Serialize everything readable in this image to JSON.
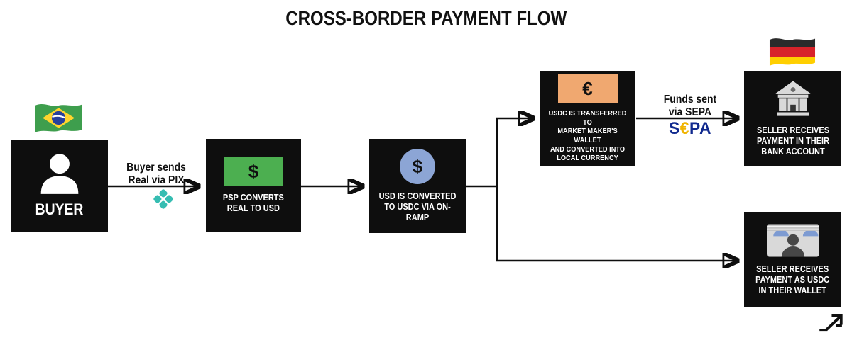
{
  "title": "CROSS-BORDER PAYMENT FLOW",
  "nodes": {
    "buyer": {
      "label": "BUYER",
      "flag": "Brazil"
    },
    "psp": {
      "label": "PSP CONVERTS\nREAL TO USD",
      "icon_glyph": "$"
    },
    "onramp": {
      "label": "USD IS CONVERTED\nTO USDC VIA ON-RAMP",
      "icon_glyph": "$"
    },
    "market_maker": {
      "label": "USDC IS TRANSFERRED TO\nMARKET MAKER'S WALLET\nAND CONVERTED INTO\nLOCAL CURRENCY",
      "icon_glyph": "€"
    },
    "seller_bank": {
      "label": "SELLER RECEIVES\nPAYMENT IN THEIR\nBANK ACCOUNT",
      "flag": "Germany"
    },
    "seller_wallet": {
      "label": "SELLER RECEIVES\nPAYMENT AS USDC\nIN THEIR WALLET"
    }
  },
  "edges": {
    "buyer_to_psp": {
      "label": "Buyer sends\nReal via PIX",
      "badge": "PIX logo"
    },
    "market_maker_to_seller": {
      "label": "Funds sent\nvia SEPA",
      "badge": "SEPA logo"
    }
  },
  "sepa_logo": {
    "s": "S",
    "euro": "€",
    "pa": "PA"
  },
  "colors": {
    "node_background": "#0e0e0e",
    "dollar_bill_green": "#4caf50",
    "usdc_coin_blue": "#8ca5d5",
    "euro_bill_orange": "#f0a870",
    "pix_teal": "#36bdb2",
    "sepa_blue": "#10298e",
    "sepa_gold": "#f0b400"
  }
}
